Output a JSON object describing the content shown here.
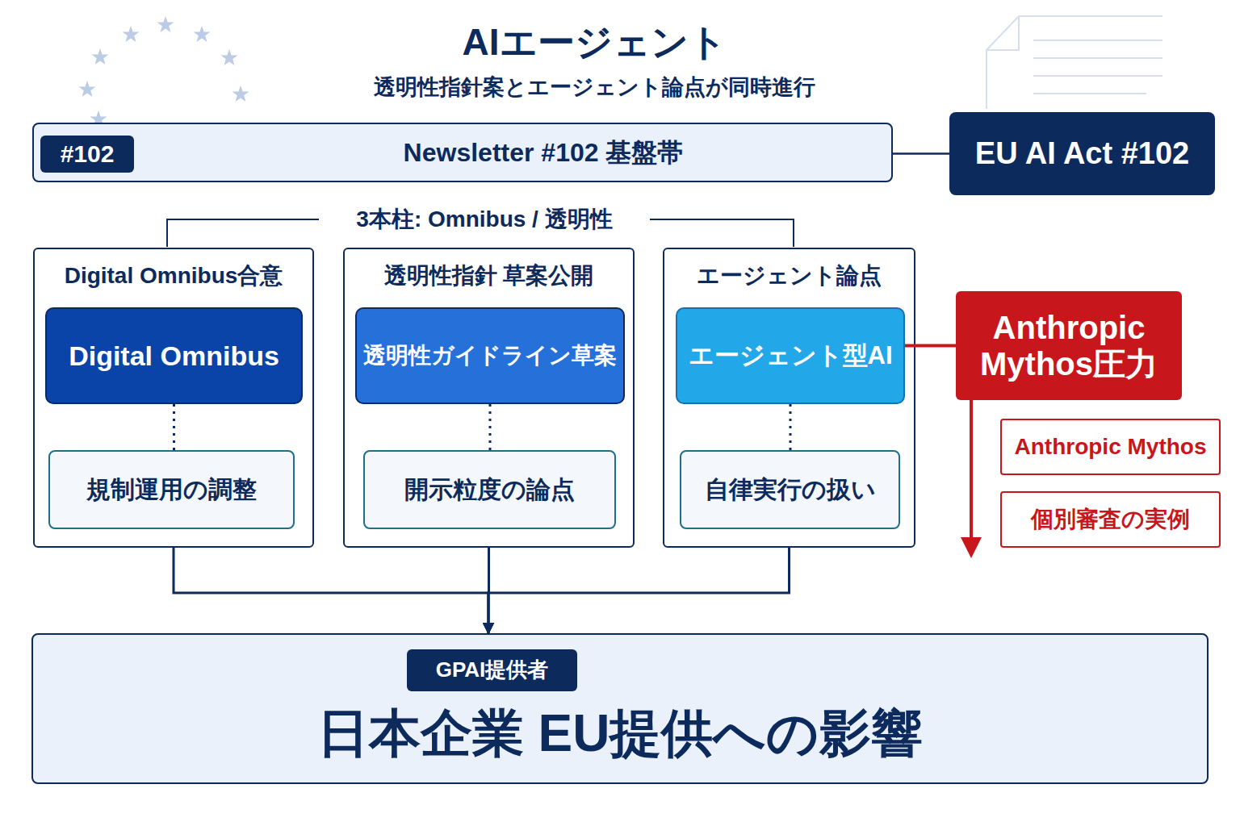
{
  "diagram": {
    "title": "AIエージェント",
    "nodes": [
      {
        "text": [
          "Newsletter #102 基盤帯"
        ]
      },
      {
        "text": [
          "#102"
        ],
        "in": 0
      },
      {
        "text": [
          "EU AI Act #102"
        ]
      },
      {
        "text": [
          "Digital Omnibus合意"
        ]
      },
      {
        "text": [
          "Digital Omnibus"
        ],
        "in": 3
      },
      {
        "text": [
          "規制運用の調整"
        ],
        "in": 3
      },
      {
        "text": [
          "透明性指針 草案公開"
        ]
      },
      {
        "text": [
          "透明性ガイドライン草案"
        ],
        "in": 6
      },
      {
        "text": [
          "開示粒度の論点"
        ],
        "in": 6
      },
      {
        "text": [
          "エージェント論点"
        ]
      },
      {
        "text": [
          "エージェント型AI"
        ],
        "in": 9
      },
      {
        "text": [
          "自律実行の扱い"
        ],
        "in": 9
      },
      {
        "text": [
          "Anthropic Mythos圧力"
        ]
      },
      {
        "text": [
          "Anthropic Mythos"
        ]
      },
      {
        "text": [
          "個別審査の実例"
        ]
      },
      {
        "text": [
          "日本企業 EU提供への影響"
        ]
      },
      {
        "text": [
          "GPAI提供者"
        ],
        "in": 15
      }
    ],
    "edges": [
      {
        "from": 0,
        "to": 2,
        "arrow": "none"
      },
      {
        "from": 4,
        "to": 5,
        "arrow": "none"
      },
      {
        "from": 7,
        "to": 8,
        "arrow": "none"
      },
      {
        "from": 10,
        "to": 11,
        "arrow": "none"
      },
      {
        "from": 10,
        "to": 12,
        "arrow": "none"
      },
      {
        "from": 3,
        "to": 15,
        "arrow": "to"
      },
      {
        "from": 6,
        "to": 15,
        "arrow": "to"
      },
      {
        "from": 9,
        "to": 15,
        "arrow": "to"
      }
    ],
    "labels": [
      "透明性指針案とエージェント論点が同時進行",
      "3本柱: Omnibus / 透明性"
    ]
  }
}
